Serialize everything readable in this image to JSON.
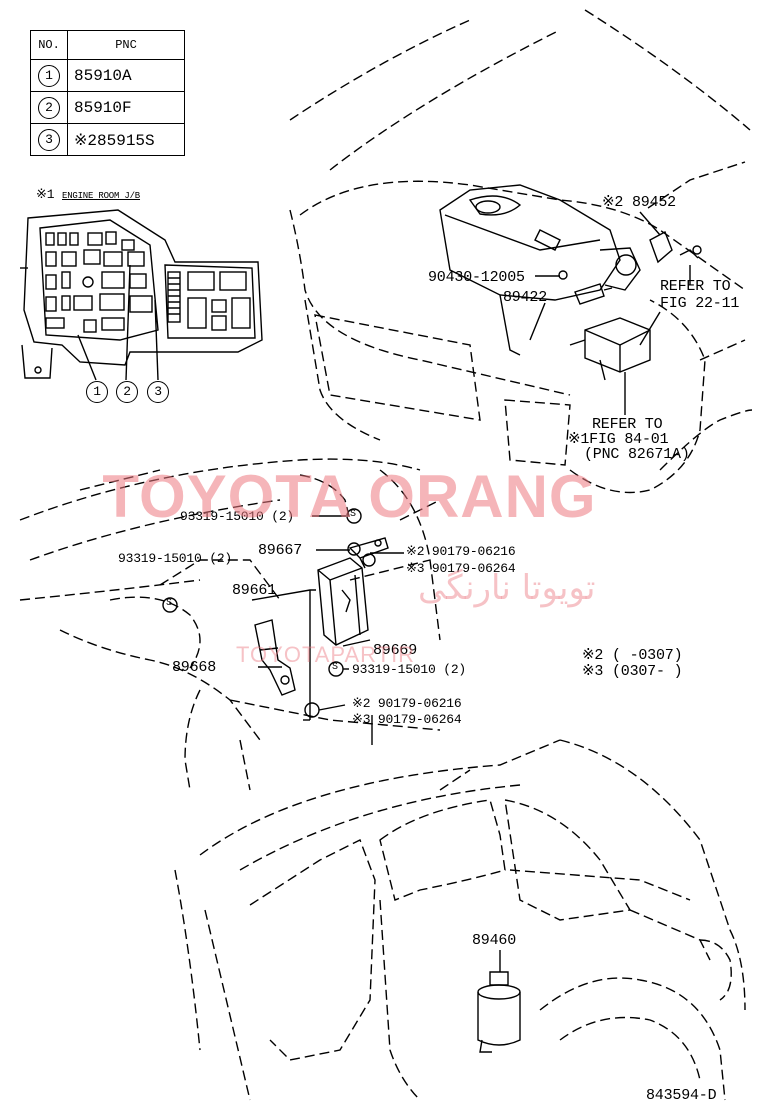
{
  "table": {
    "headers": {
      "no": "NO.",
      "pnc": "PNC"
    },
    "rows": [
      {
        "no": "1",
        "pnc": "85910A"
      },
      {
        "no": "2",
        "pnc": "85910F"
      },
      {
        "no": "3",
        "pnc": "※285915S"
      }
    ]
  },
  "jb": {
    "title": "※1",
    "subtitle": "ENGINE ROOM J/B",
    "callouts": [
      "1",
      "2",
      "3"
    ]
  },
  "labels": {
    "p89452": "※2 89452",
    "p90430": "90430-12005",
    "p89422": "89422",
    "refer_fig22_line1": "REFER TO",
    "refer_fig22_line2": "FIG 22-11",
    "refer_fig84_line1": "REFER TO",
    "refer_fig84_line2": "※1FIG 84-01",
    "refer_fig84_line3": "(PNC 82671A)",
    "p93319_top": "93319-15010 (2)",
    "p89667": "89667",
    "p90179_a2": "※2 90179-06216",
    "p90179_a3": "※3 90179-06264",
    "p93319_left": "93319-15010 (2)",
    "p89661": "89661",
    "p89669": "89669",
    "p89668": "89668",
    "p93319_bottom": "93319-15010 (2)",
    "p90179_b2": "※2 90179-06216",
    "p90179_b3": "※3 90179-06264",
    "note2": "※2 (       -0307)",
    "note3": "※3 (0307-       )",
    "p89460": "89460",
    "diagram_id": "843594-D"
  },
  "watermark": {
    "main": "TOYOTA ORANG",
    "persian": "تویوتا نارنگی",
    "url": "TOYOTAPARTIR"
  },
  "icons": {
    "bolt_symbol": "S"
  },
  "colors": {
    "line": "#000000",
    "watermark": "#ec7880"
  }
}
